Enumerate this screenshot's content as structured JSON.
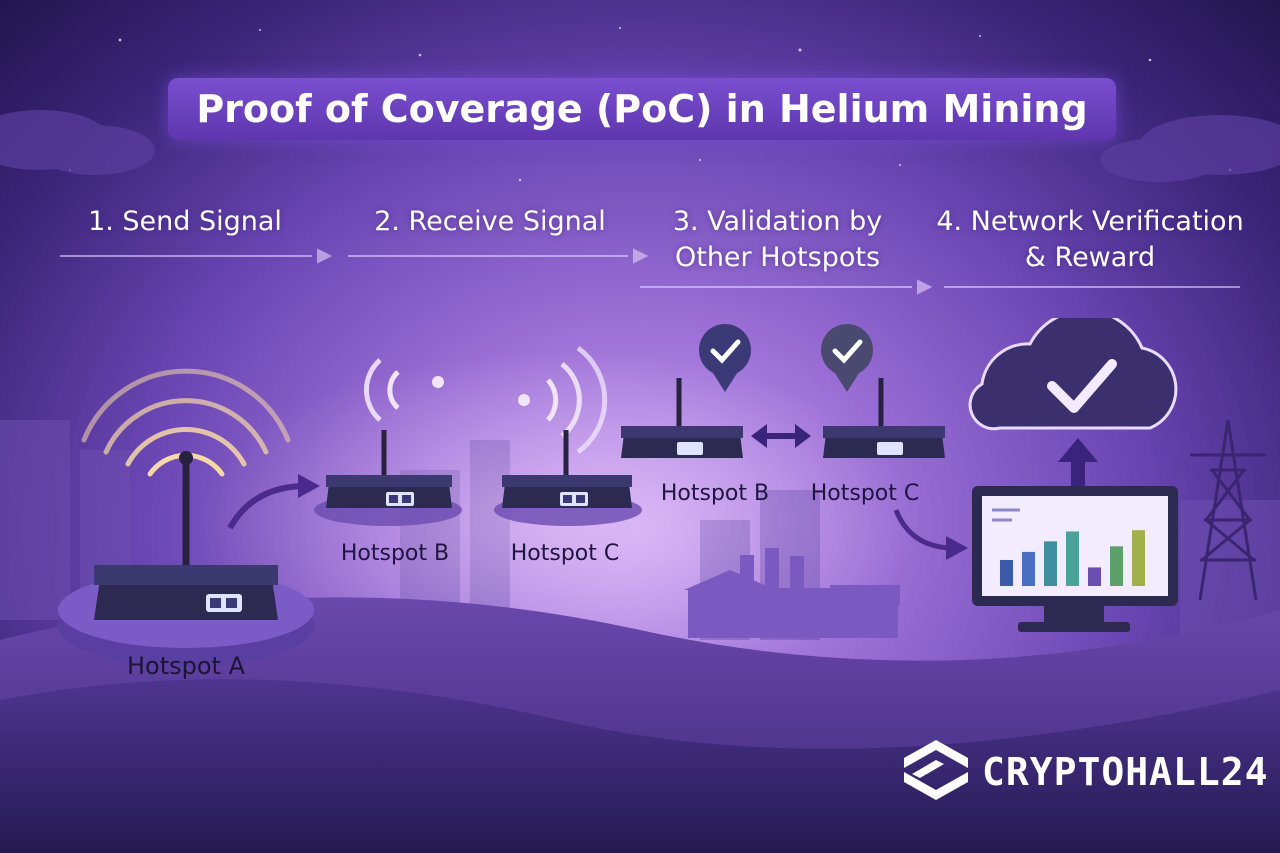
{
  "title": "Proof of Coverage (PoC) in Helium Mining",
  "steps": [
    {
      "label": "1. Send Signal"
    },
    {
      "label": "2. Receive Signal"
    },
    {
      "label": "3. Validation by Other Hotspots"
    },
    {
      "label": "4. Network Verification & Reward"
    }
  ],
  "hotspots": {
    "a": "Hotspot A",
    "b1": "Hotspot B",
    "c1": "Hotspot C",
    "b2": "Hotspot B",
    "c2": "Hotspot C"
  },
  "chart_bars": [
    0.42,
    0.55,
    0.72,
    0.88,
    0.3,
    0.64,
    0.9
  ],
  "brand": "CRYPTOHALL24",
  "colors": {
    "background": "#6a46b3",
    "title_box": "#6a40bf",
    "device": "#2d2a52",
    "cloud": "#3b2f6e",
    "check": "#ffffff",
    "signal": "#f7d9a8"
  },
  "icons": [
    "signal-waves-icon",
    "wifi-icon",
    "check-badge-icon",
    "double-arrow-icon",
    "cloud-check-icon",
    "monitor-chart-icon",
    "power-tower-icon",
    "factory-icon",
    "brand-logo-icon"
  ]
}
